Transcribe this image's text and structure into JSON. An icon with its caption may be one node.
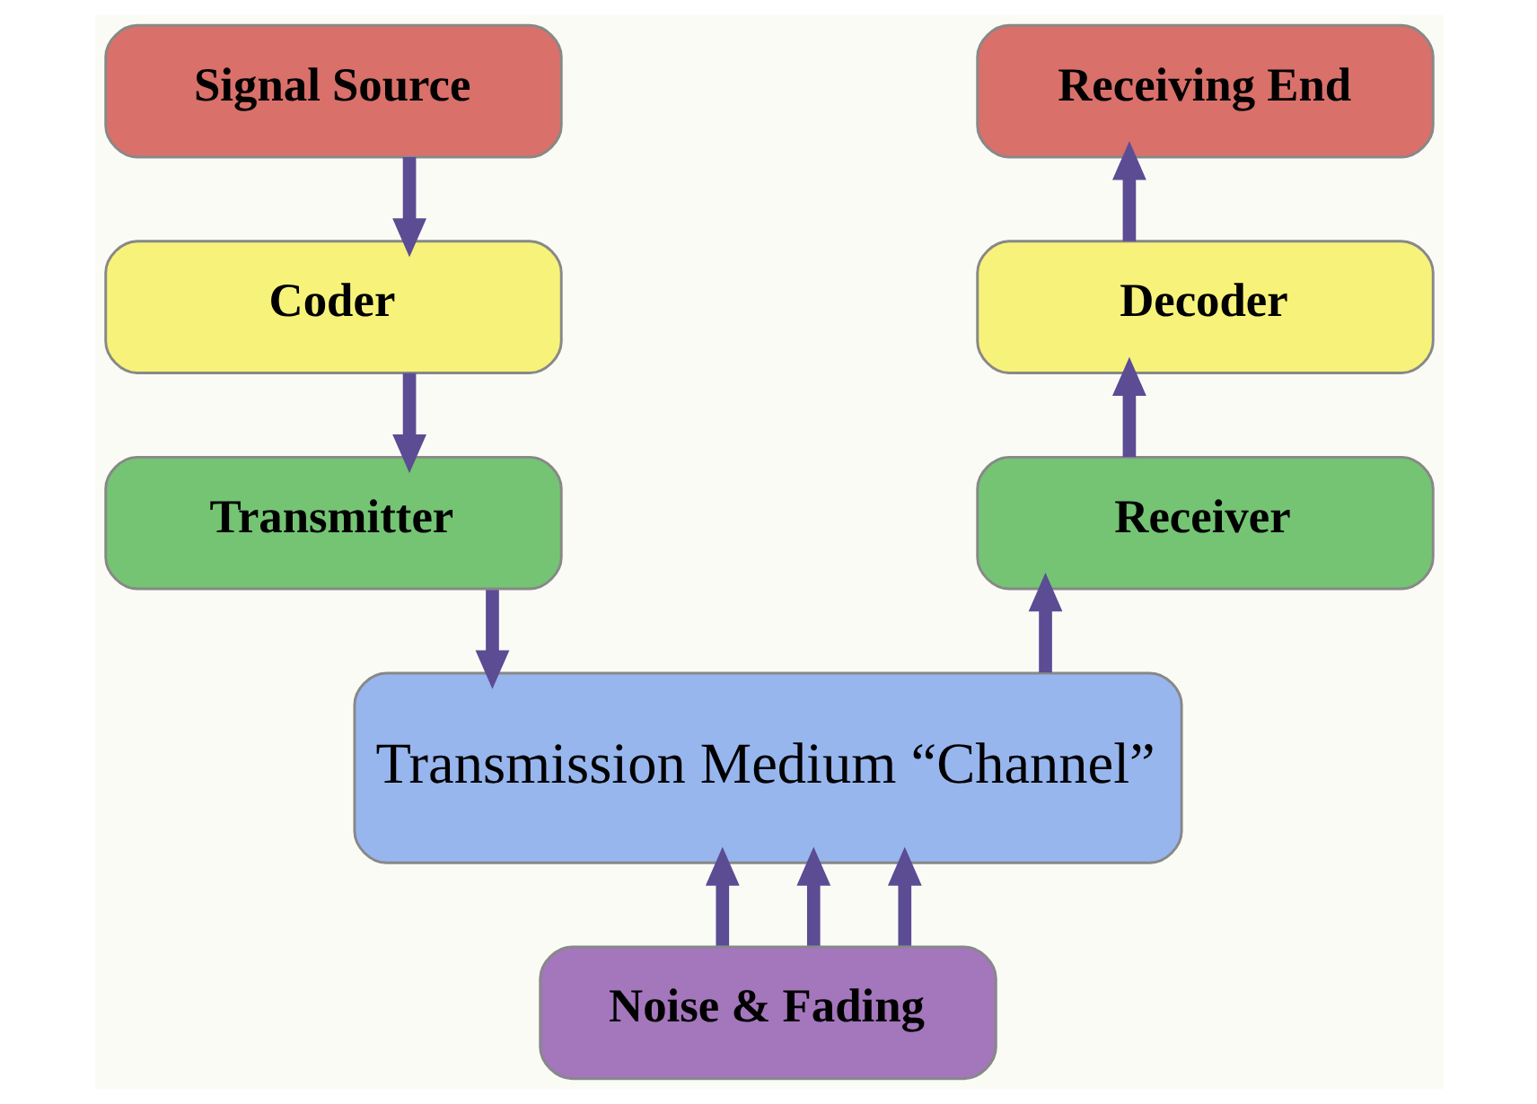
{
  "diagram": {
    "nodes": [
      {
        "text": [
          "Signal Source"
        ]
      },
      {
        "text": [
          "Coder"
        ]
      },
      {
        "text": [
          "Transmitter"
        ]
      },
      {
        "text": [
          "Transmission Medium “Channel”"
        ]
      },
      {
        "text": [
          "Noise & Fading"
        ]
      },
      {
        "text": [
          "Receiver"
        ]
      },
      {
        "text": [
          "Decoder"
        ]
      },
      {
        "text": [
          "Receiving End"
        ]
      }
    ],
    "edges": [
      {
        "from": 0,
        "to": 1,
        "arrow": "to"
      },
      {
        "from": 1,
        "to": 2,
        "arrow": "to"
      },
      {
        "from": 2,
        "to": 3,
        "arrow": "to"
      },
      {
        "from": 3,
        "to": 5,
        "arrow": "to"
      },
      {
        "from": 5,
        "to": 6,
        "arrow": "to"
      },
      {
        "from": 6,
        "to": 7,
        "arrow": "to"
      },
      {
        "from": 4,
        "to": 3,
        "arrow": "to"
      },
      {
        "from": 4,
        "to": 3,
        "arrow": "to"
      },
      {
        "from": 4,
        "to": 3,
        "arrow": "to"
      }
    ]
  }
}
